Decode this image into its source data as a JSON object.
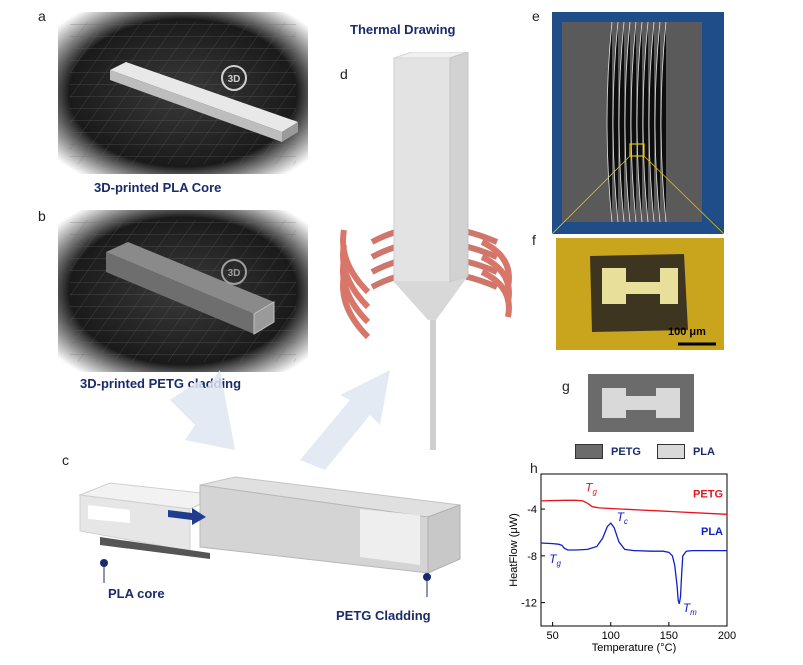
{
  "panels": {
    "a": {
      "letter": "a",
      "caption": "3D-printed PLA Core",
      "logo": "3D"
    },
    "b": {
      "letter": "b",
      "caption": "3D-printed PETG cladding",
      "logo": "3D"
    },
    "c": {
      "letter": "c",
      "label_core": "PLA core",
      "label_cladding": "PETG Cladding"
    },
    "d": {
      "letter": "d",
      "title": "Thermal Drawing"
    },
    "e": {
      "letter": "e"
    },
    "f": {
      "letter": "f",
      "scale_bar": "100 μm"
    },
    "g": {
      "letter": "g",
      "legend": [
        {
          "label": "PETG",
          "color": "#6b6b6b"
        },
        {
          "label": "PLA",
          "color": "#d9d9d9"
        }
      ]
    },
    "h": {
      "letter": "h"
    }
  },
  "chart_data": {
    "type": "line",
    "xlabel": "Temperature (°C)",
    "ylabel": "HeatFlow (μW)",
    "xlim": [
      40,
      200
    ],
    "ylim": [
      -14,
      -1
    ],
    "xticks": [
      50,
      100,
      150,
      200
    ],
    "yticks": [
      -4,
      -8,
      -12
    ],
    "series": [
      {
        "name": "PETG",
        "color": "#e8141c",
        "x": [
          40,
          60,
          70,
          76,
          80,
          84,
          90,
          100,
          120,
          140,
          160,
          180,
          200
        ],
        "y": [
          -3.3,
          -3.25,
          -3.25,
          -3.3,
          -3.5,
          -3.8,
          -3.9,
          -3.95,
          -4.05,
          -4.15,
          -4.25,
          -4.35,
          -4.45
        ]
      },
      {
        "name": "PLA",
        "color": "#1020c8",
        "x": [
          40,
          50,
          55,
          58,
          60,
          63,
          70,
          80,
          88,
          93,
          97,
          100,
          103,
          107,
          112,
          120,
          135,
          145,
          150,
          153,
          155,
          157,
          158,
          159,
          160,
          161,
          162,
          165,
          170,
          180,
          200
        ],
        "y": [
          -6.9,
          -6.95,
          -7.0,
          -7.1,
          -7.35,
          -7.5,
          -7.5,
          -7.45,
          -7.2,
          -6.5,
          -5.5,
          -5.2,
          -5.6,
          -6.8,
          -7.45,
          -7.55,
          -7.6,
          -7.6,
          -7.7,
          -8.0,
          -8.8,
          -10.5,
          -11.8,
          -12.1,
          -11.5,
          -9.5,
          -8.0,
          -7.6,
          -7.55,
          -7.55,
          -7.55
        ]
      }
    ],
    "annotations": [
      {
        "text": "T",
        "sub": "g",
        "color": "#e8141c",
        "x": 78,
        "y": -2.5
      },
      {
        "text": "T",
        "sub": "g",
        "color": "#1020c8",
        "x": 47,
        "y": -8.6
      },
      {
        "text": "T",
        "sub": "c",
        "color": "#1020c8",
        "x": 105,
        "y": -5.0
      },
      {
        "text": "T",
        "sub": "m",
        "color": "#1020c8",
        "x": 162,
        "y": -12.8
      }
    ],
    "grid": false,
    "legend_position": "right"
  }
}
